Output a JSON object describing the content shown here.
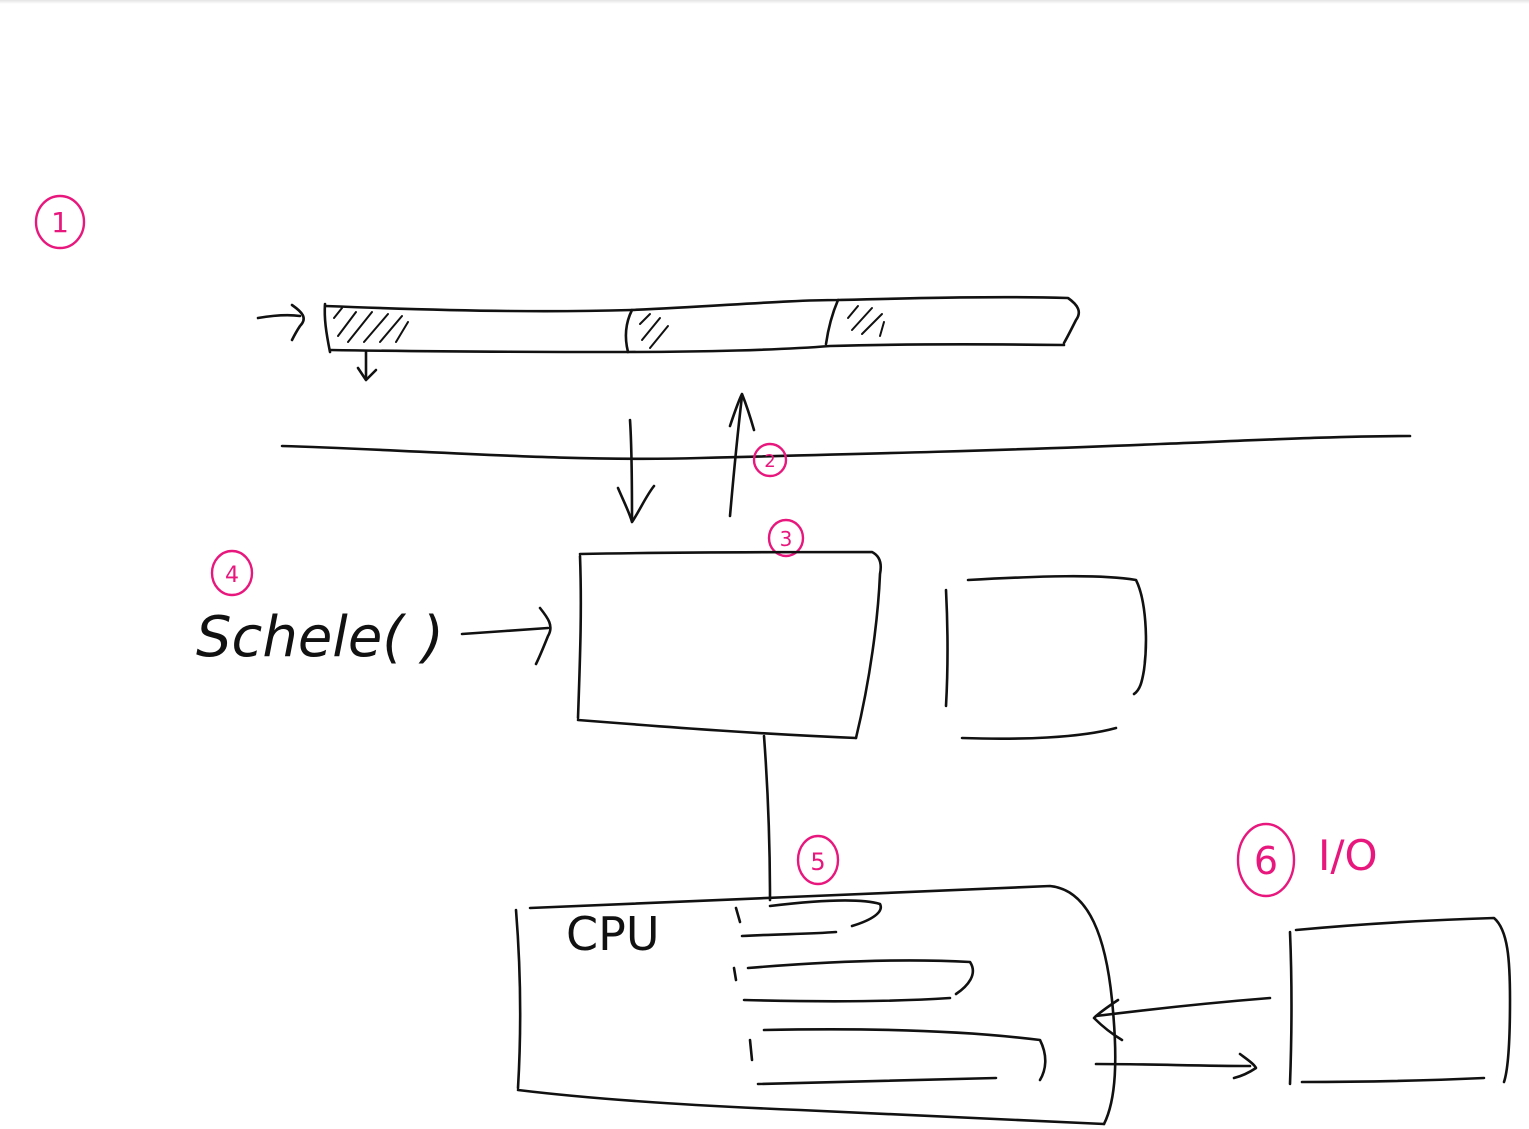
{
  "colors": {
    "ink": "#111111",
    "annotation": "#e8177d",
    "background": "#ffffff"
  },
  "marks": {
    "m1": "1",
    "m2": "2",
    "m3": "3",
    "m4": "4",
    "m5": "5",
    "m6": "6"
  },
  "labels": {
    "event_driven": "",
    "coroutine_1": "",
    "coroutine_2": "",
    "coroutine_3": "",
    "coroutine_stack": "",
    "enter_kernel": "",
    "kernel": "",
    "shared_stack": "",
    "schedule": "",
    "schedule_call": "Schele(  )",
    "thread_stack": "",
    "cache_hit": "",
    "cpu": "CPU",
    "io_intensive": "I/O",
    "read": "",
    "disk": ""
  }
}
